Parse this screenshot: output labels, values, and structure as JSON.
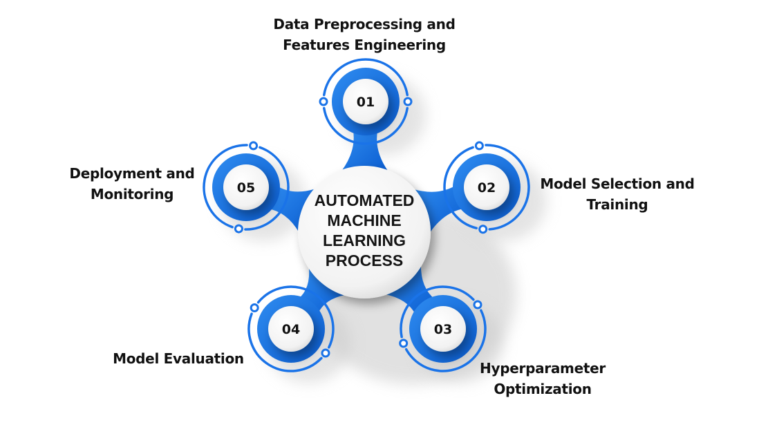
{
  "diagram": {
    "title_lines": [
      "AUTOMATED",
      "MACHINE",
      "LEARNING",
      "PROCESS"
    ],
    "accent_color": "#1a73e8",
    "accent_dark": "#0b5ed7",
    "steps": [
      {
        "number": "01",
        "label_lines": [
          "Data Preprocessing and",
          "Features Engineering"
        ]
      },
      {
        "number": "02",
        "label_lines": [
          "Model Selection and",
          "Training"
        ]
      },
      {
        "number": "03",
        "label_lines": [
          "Hyperparameter",
          "Optimization"
        ]
      },
      {
        "number": "04",
        "label_lines": [
          "Model Evaluation"
        ]
      },
      {
        "number": "05",
        "label_lines": [
          "Deployment and",
          "Monitoring"
        ]
      }
    ]
  }
}
